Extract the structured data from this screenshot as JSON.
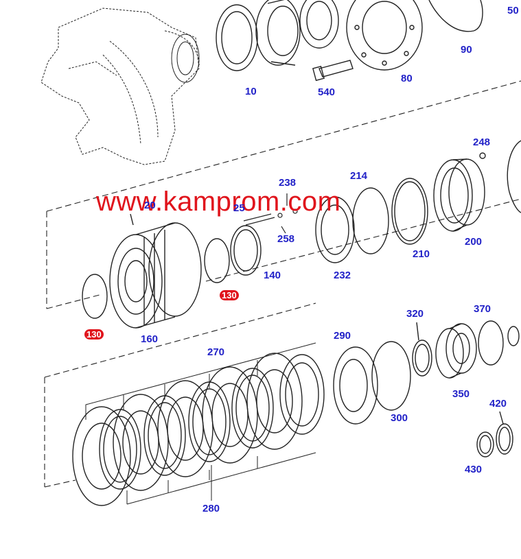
{
  "watermark": "www.kamprom.com",
  "labels": {
    "l10": "10",
    "l50": "50",
    "l80": "80",
    "l90": "90",
    "l540": "540",
    "l248": "248",
    "l238": "238",
    "l214": "214",
    "l25x": "25",
    "l258": "258",
    "l20x": "20",
    "l200": "200",
    "l210": "210",
    "l232": "232",
    "l140": "140",
    "l130a": "130",
    "l130b": "130",
    "l160": "160",
    "l270": "270",
    "l290": "290",
    "l320": "320",
    "l370": "370",
    "l350": "350",
    "l300": "300",
    "l420": "420",
    "l430": "430",
    "l280": "280"
  }
}
